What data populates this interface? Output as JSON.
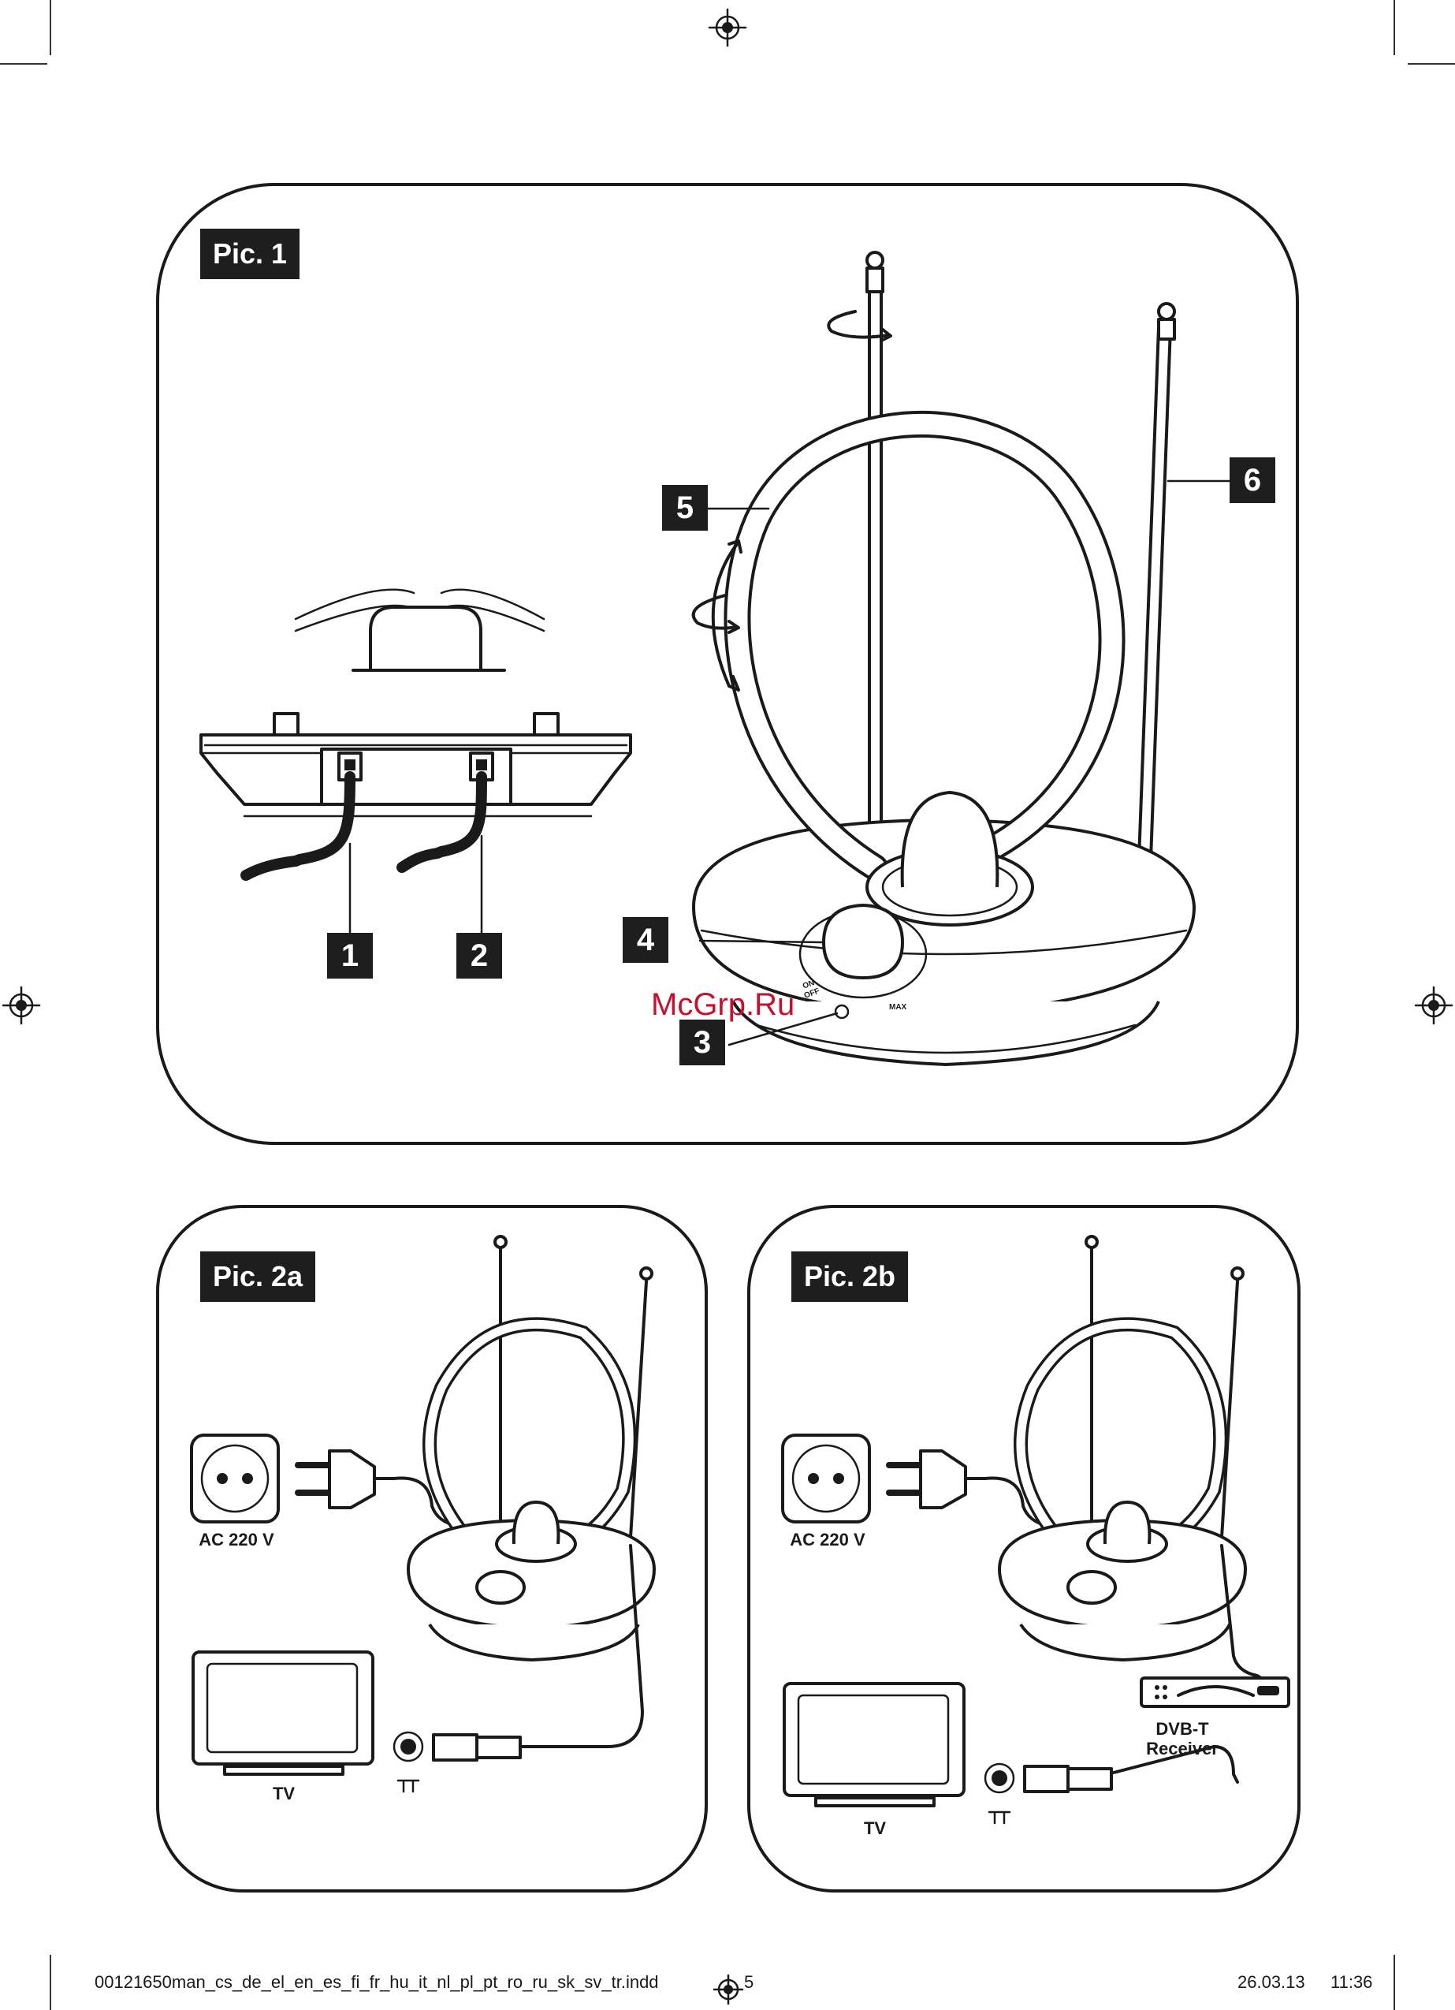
{
  "pic1": {
    "title": "Pic. 1",
    "callouts": [
      "1",
      "2",
      "3",
      "4",
      "5",
      "6"
    ],
    "knob_on_off": "ON\nOFF",
    "knob_max": "MAX"
  },
  "pic2a": {
    "title": "Pic. 2a",
    "power_label": "AC 220 V",
    "tv_label": "TV"
  },
  "pic2b": {
    "title": "Pic. 2b",
    "power_label": "AC 220 V",
    "tv_label": "TV",
    "receiver_label": "DVB-T\nReceiver"
  },
  "watermark": "McGrp.Ru",
  "footer": {
    "filename": "00121650man_cs_de_el_en_es_fi_fr_hu_it_nl_pl_pt_ro_ru_sk_sv_tr.indd",
    "page": "5",
    "date": "26.03.13",
    "time": "11:36"
  },
  "colors": {
    "ink": "#1a1a1a",
    "tag_background": "#1e1e1e",
    "watermark": "#c8102e"
  }
}
